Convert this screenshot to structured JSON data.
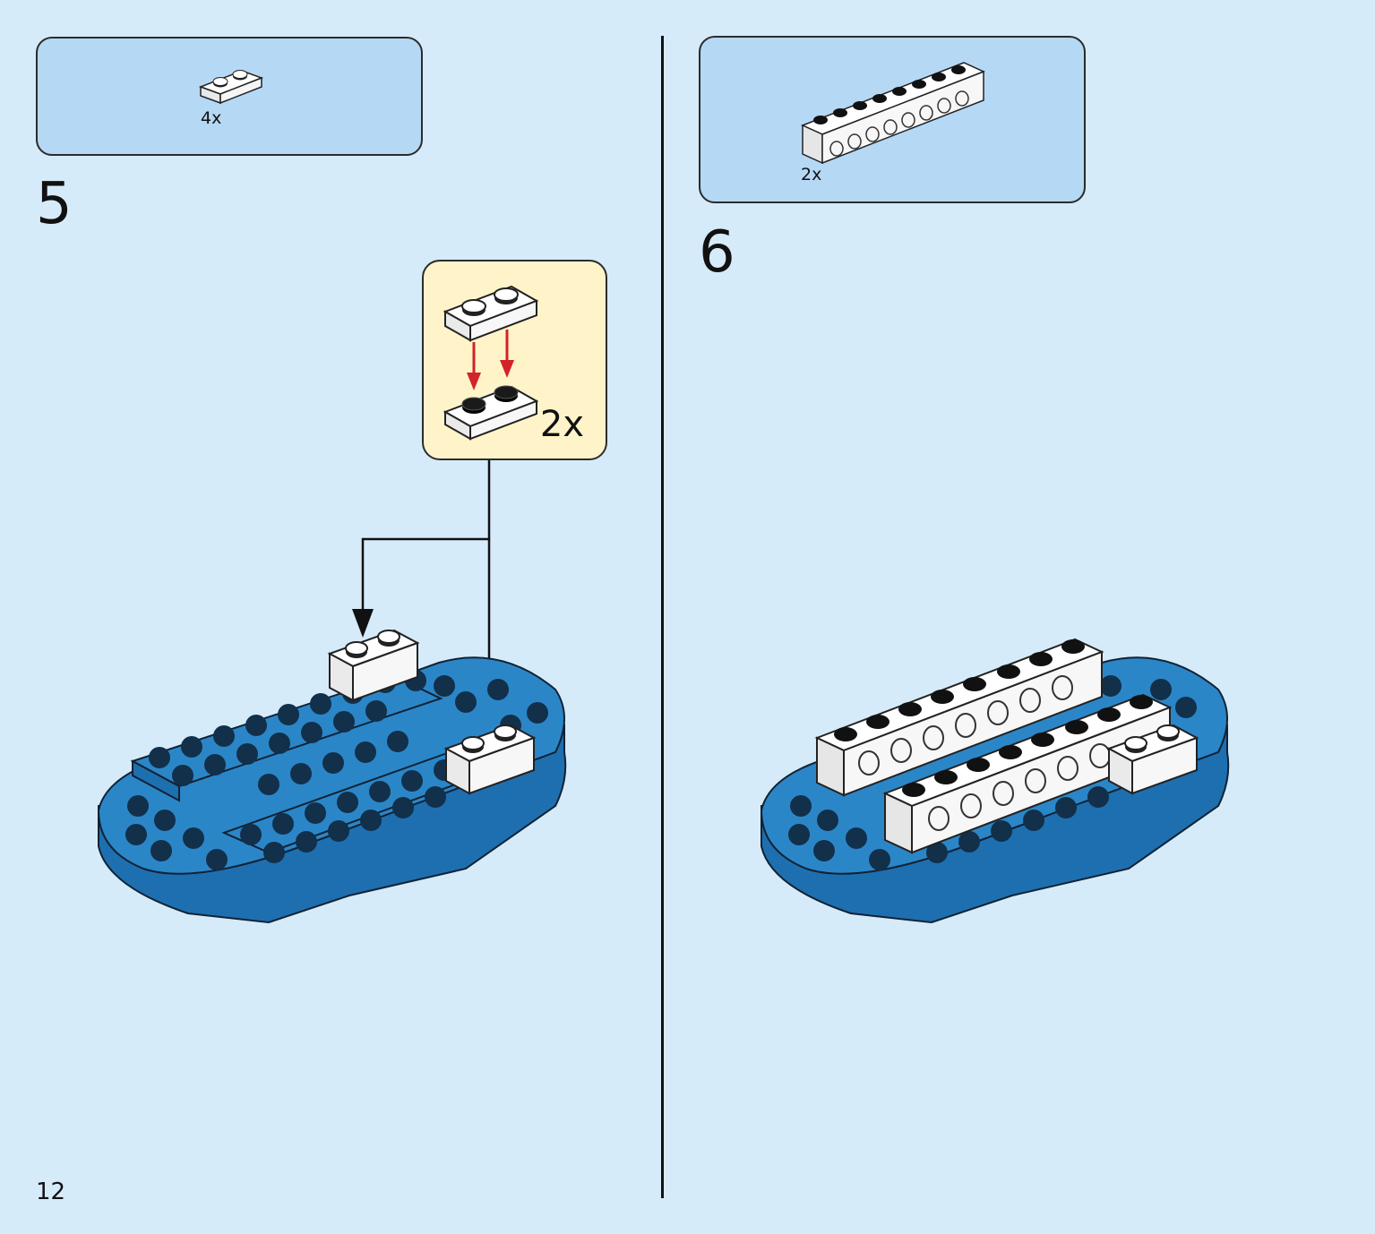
{
  "page": {
    "number": "12"
  },
  "colors": {
    "background": "#d6ebfa",
    "parts_box": "#b5d8f5",
    "callout": "#fff4c9",
    "base_blue": "#2b86c8",
    "arrow_red": "#d2232a"
  },
  "step5": {
    "number": "5",
    "parts": [
      {
        "name": "plate-1x2-white-icon",
        "qty": "4x"
      }
    ],
    "callout": {
      "qty": "2x"
    }
  },
  "step6": {
    "number": "6",
    "parts": [
      {
        "name": "technic-brick-1x8-white-icon",
        "qty": "2x"
      }
    ]
  }
}
